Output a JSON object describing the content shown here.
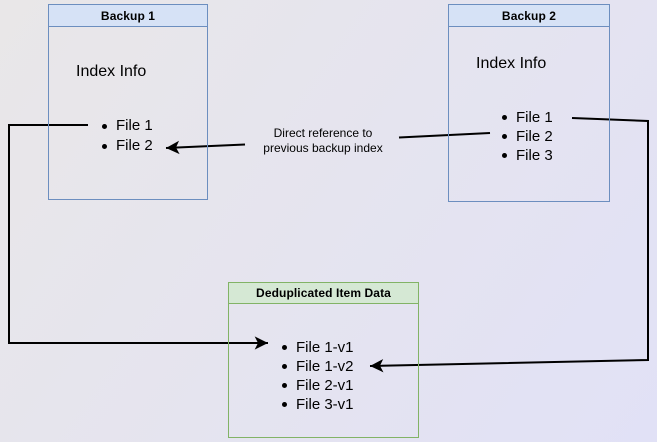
{
  "diagram": {
    "boxes": {
      "backup1": {
        "title": "Backup 1",
        "body_label": "Index Info",
        "items": [
          "File 1",
          "File 2"
        ]
      },
      "backup2": {
        "title": "Backup 2",
        "body_label": "Index Info",
        "items": [
          "File 1",
          "File 2",
          "File 3"
        ]
      },
      "dedup": {
        "title": "Deduplicated Item Data",
        "items": [
          "File 1-v1",
          "File 1-v2",
          "File 2-v1",
          "File 3-v1"
        ]
      }
    },
    "annotations": {
      "direct_reference": {
        "line1": "Direct reference to",
        "line2": "previous backup index"
      }
    }
  },
  "colors": {
    "canvas_bg_start": "#e9e7e8",
    "canvas_bg_end": "#e1e1f6",
    "blue_header_bg": "#d6e2f6",
    "blue_border": "#6c8ebf",
    "green_header_bg": "#d5e8d4",
    "green_border": "#82b366",
    "arrow": "#000000",
    "text": "#000000"
  }
}
